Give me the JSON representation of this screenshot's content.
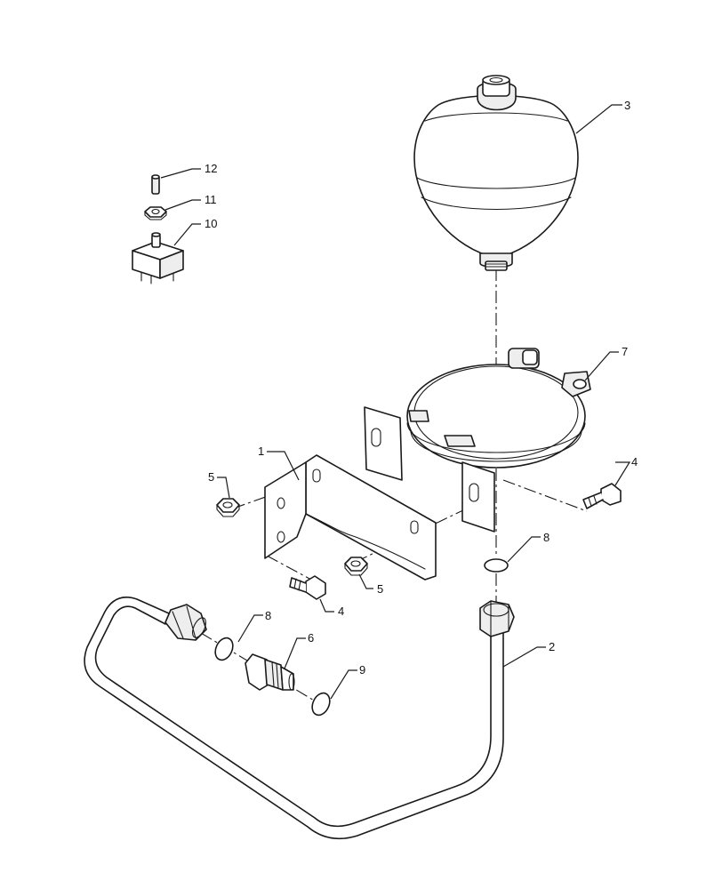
{
  "callouts": {
    "c1": "1",
    "c2": "2",
    "c3": "3",
    "c4a": "4",
    "c4b": "4",
    "c5a": "5",
    "c5b": "5",
    "c6": "6",
    "c7": "7",
    "c8a": "8",
    "c8b": "8",
    "c9": "9",
    "c10": "10",
    "c11": "11",
    "c12": "12"
  },
  "colors": {
    "line": "#1a1a1a",
    "part_shade": "#eeeeee",
    "background": "#ffffff"
  }
}
